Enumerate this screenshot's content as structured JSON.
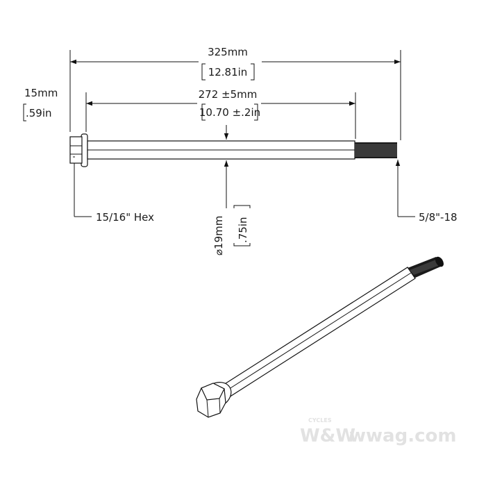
{
  "overall_length": {
    "metric": "325mm",
    "imperial": "12.81in"
  },
  "shaft_length": {
    "metric": "272 ±5mm",
    "imperial": "10.70 ±.2in"
  },
  "head_height": {
    "metric": "15mm",
    "imperial": ".59in"
  },
  "hex_size": "15/16\" Hex",
  "thread": "5/8\"-18",
  "diameter": {
    "metric": "⌀19mm",
    "imperial": ".75in"
  },
  "watermark": {
    "logo": "W&W",
    "sub": "CYCLES",
    "site": "wwag.com"
  }
}
